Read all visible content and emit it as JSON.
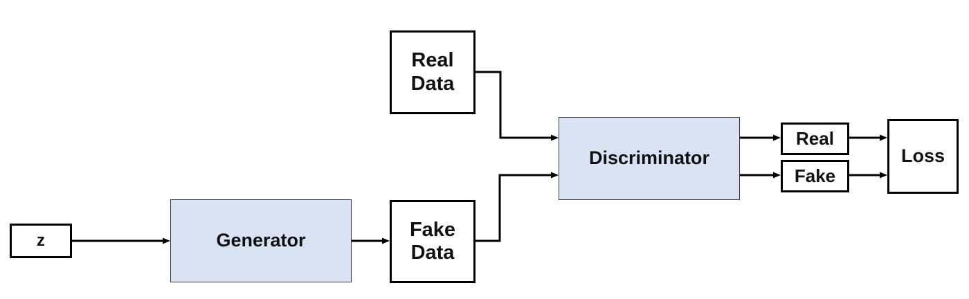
{
  "nodes": {
    "z": "z",
    "generator": "Generator",
    "fake_data": [
      "Fake",
      "Data"
    ],
    "real_data": [
      "Real",
      "Data"
    ],
    "discriminator": "Discriminator",
    "real_output": "Real",
    "fake_output": "Fake",
    "loss": "Loss"
  },
  "colors": {
    "process_fill": "#dae3f3",
    "border": "#000000"
  }
}
